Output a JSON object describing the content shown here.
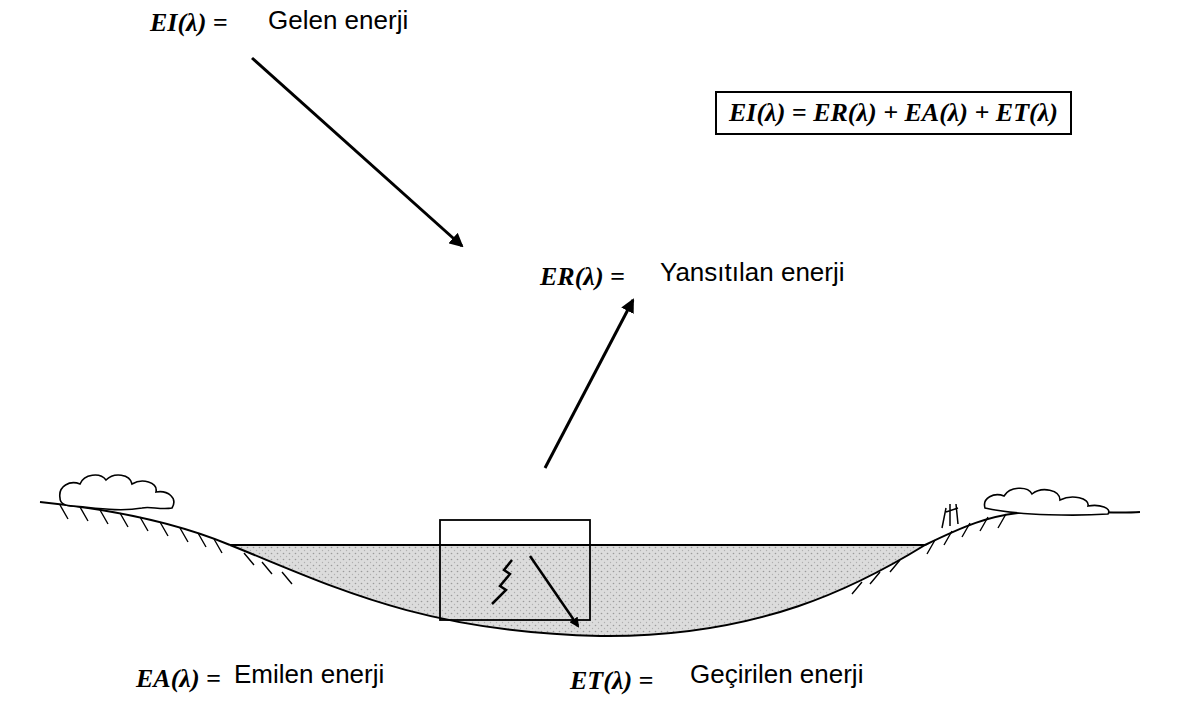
{
  "diagram": {
    "nodes": [
      {
        "text": [
          "EI(λ) = ER(λ) + EA(λ) + ET(λ)"
        ]
      }
    ],
    "labels": [
      "EI(λ) =",
      "Gelen enerji",
      "ER(λ) =",
      "Yansıtılan enerji",
      "EA(λ) =",
      "Emilen enerji",
      "ET(λ) =",
      "Geçirilen enerji"
    ]
  }
}
